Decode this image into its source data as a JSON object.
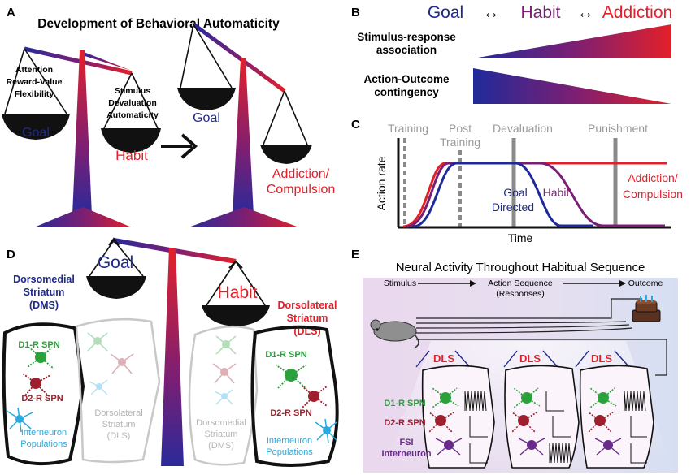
{
  "panel_a": {
    "letter": "A",
    "title": "Development of Behavioral Automaticity",
    "goal_items": [
      "Attention",
      "Reward-Value",
      "Flexibility"
    ],
    "habit_items": [
      "Stimulus",
      "Devaluation",
      "Automaticity"
    ],
    "goal_label": "Goal",
    "habit_label": "Habit",
    "goal_label_2": "Goal",
    "addiction_label_1": "Addiction/",
    "addiction_label_2": "Compulsion"
  },
  "panel_b": {
    "letter": "B",
    "goal": "Goal",
    "habit": "Habit",
    "addiction": "Addiction",
    "arrow": "↔",
    "sr_1": "Stimulus-response",
    "sr_2": "association",
    "ao_1": "Action-Outcome",
    "ao_2": "contingency"
  },
  "panel_c": {
    "letter": "C",
    "phases": [
      "Training",
      "Post",
      "Training",
      "Devaluation",
      "Punishment"
    ],
    "ylabel": "Action rate",
    "xlabel": "Time",
    "goal_1": "Goal",
    "goal_2": "Directed",
    "habit": "Habit",
    "addiction_1": "Addiction/",
    "addiction_2": "Compulsion"
  },
  "panel_d": {
    "letter": "D",
    "goal": "Goal",
    "habit": "Habit",
    "dms_1": "Dorsomedial",
    "dms_2": "Striatum",
    "dms_3": "(DMS)",
    "dls_1": "Dorsolateral",
    "dls_2": "Striatum",
    "dls_3": "(DLS)",
    "d1": "D1-R SPN",
    "d2": "D2-R SPN",
    "intern_1": "Interneuron",
    "intern_2": "Populations",
    "ghost_dls_1": "Dorsolateral",
    "ghost_dls_2": "Striatum",
    "ghost_dls_3": "(DLS)",
    "ghost_dms_1": "Dorsomedial",
    "ghost_dms_2": "Striatum",
    "ghost_dms_3": "(DMS)",
    "d1_b": "D1-R SPN",
    "d2_b": "D2-R SPN",
    "intern_b_1": "Interneuron",
    "intern_b_2": "Populations"
  },
  "panel_e": {
    "letter": "E",
    "title": "Neural Activity Throughout Habitual Sequence",
    "stimulus": "Stimulus",
    "action_seq_1": "Action Sequence",
    "action_seq_2": "(Responses)",
    "outcome": "Outcome",
    "dls_labels": [
      "DLS",
      "DLS",
      "DLS"
    ],
    "d1": "D1-R SPN",
    "d2": "D2-R SPN",
    "fsi_1": "FSI",
    "fsi_2": "Interneuron"
  },
  "colors": {
    "goal": "#1f2a8a",
    "habit": "#7a1f74",
    "addiction": "#e3202a",
    "gray_text": "#9a9a9a",
    "d1": "#2aa13b",
    "d2": "#9e1f2e",
    "interneuron": "#27a9e1",
    "fsi": "#6a2a8c"
  }
}
